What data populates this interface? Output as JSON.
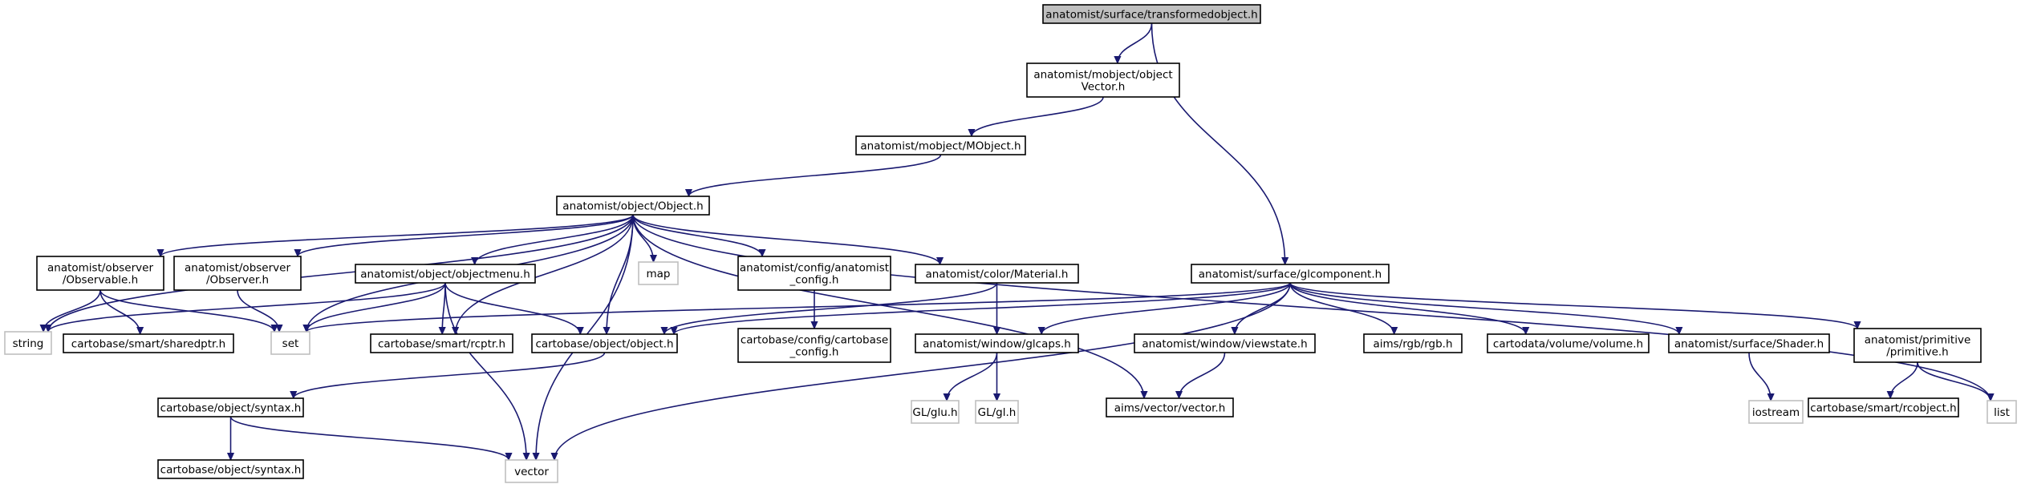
{
  "diagram": {
    "nodes": [
      {
        "id": "transformedobject",
        "lines": [
          "anatomist/surface/transformedobject.h"
        ],
        "kind": "root"
      },
      {
        "id": "objectvector",
        "lines": [
          "anatomist/mobject/object",
          "Vector.h"
        ],
        "kind": "normal"
      },
      {
        "id": "mobject",
        "lines": [
          "anatomist/mobject/MObject.h"
        ],
        "kind": "normal"
      },
      {
        "id": "object_h",
        "lines": [
          "anatomist/object/Object.h"
        ],
        "kind": "normal"
      },
      {
        "id": "observable",
        "lines": [
          "anatomist/observer",
          "/Observable.h"
        ],
        "kind": "normal"
      },
      {
        "id": "observer",
        "lines": [
          "anatomist/observer",
          "/Observer.h"
        ],
        "kind": "normal"
      },
      {
        "id": "objectmenu",
        "lines": [
          "anatomist/object/objectmenu.h"
        ],
        "kind": "normal"
      },
      {
        "id": "map",
        "lines": [
          "map"
        ],
        "kind": "ext"
      },
      {
        "id": "anatomist_config",
        "lines": [
          "anatomist/config/anatomist",
          "_config.h"
        ],
        "kind": "normal"
      },
      {
        "id": "material",
        "lines": [
          "anatomist/color/Material.h"
        ],
        "kind": "normal"
      },
      {
        "id": "glcomponent",
        "lines": [
          "anatomist/surface/glcomponent.h"
        ],
        "kind": "normal"
      },
      {
        "id": "string",
        "lines": [
          "string"
        ],
        "kind": "ext"
      },
      {
        "id": "sharedptr",
        "lines": [
          "cartobase/smart/sharedptr.h"
        ],
        "kind": "normal"
      },
      {
        "id": "set",
        "lines": [
          "set"
        ],
        "kind": "ext"
      },
      {
        "id": "rcptr",
        "lines": [
          "cartobase/smart/rcptr.h"
        ],
        "kind": "normal"
      },
      {
        "id": "cb_object",
        "lines": [
          "cartobase/object/object.h"
        ],
        "kind": "normal"
      },
      {
        "id": "cartobase_config",
        "lines": [
          "cartobase/config/cartobase",
          "_config.h"
        ],
        "kind": "normal"
      },
      {
        "id": "glcaps",
        "lines": [
          "anatomist/window/glcaps.h"
        ],
        "kind": "normal"
      },
      {
        "id": "viewstate",
        "lines": [
          "anatomist/window/viewstate.h"
        ],
        "kind": "normal"
      },
      {
        "id": "rgb",
        "lines": [
          "aims/rgb/rgb.h"
        ],
        "kind": "normal"
      },
      {
        "id": "volume",
        "lines": [
          "cartodata/volume/volume.h"
        ],
        "kind": "normal"
      },
      {
        "id": "shader",
        "lines": [
          "anatomist/surface/Shader.h"
        ],
        "kind": "normal"
      },
      {
        "id": "primitive",
        "lines": [
          "anatomist/primitive",
          "/primitive.h"
        ],
        "kind": "normal"
      },
      {
        "id": "syntax1",
        "lines": [
          "cartobase/object/syntax.h"
        ],
        "kind": "normal"
      },
      {
        "id": "glu",
        "lines": [
          "GL/glu.h"
        ],
        "kind": "ext"
      },
      {
        "id": "gl",
        "lines": [
          "GL/gl.h"
        ],
        "kind": "ext"
      },
      {
        "id": "aimsvector",
        "lines": [
          "aims/vector/vector.h"
        ],
        "kind": "normal"
      },
      {
        "id": "iostream",
        "lines": [
          "iostream"
        ],
        "kind": "ext"
      },
      {
        "id": "rcobject",
        "lines": [
          "cartobase/smart/rcobject.h"
        ],
        "kind": "normal"
      },
      {
        "id": "list",
        "lines": [
          "list"
        ],
        "kind": "ext"
      },
      {
        "id": "syntax2",
        "lines": [
          "cartobase/object/syntax.h"
        ],
        "kind": "normal"
      },
      {
        "id": "vector",
        "lines": [
          "vector"
        ],
        "kind": "ext"
      }
    ],
    "edges": [
      [
        "transformedobject",
        "objectvector"
      ],
      [
        "transformedobject",
        "glcomponent"
      ],
      [
        "objectvector",
        "mobject"
      ],
      [
        "mobject",
        "object_h"
      ],
      [
        "object_h",
        "string"
      ],
      [
        "object_h",
        "observable"
      ],
      [
        "object_h",
        "observer"
      ],
      [
        "object_h",
        "set"
      ],
      [
        "object_h",
        "objectmenu"
      ],
      [
        "object_h",
        "rcptr"
      ],
      [
        "object_h",
        "cb_object"
      ],
      [
        "object_h",
        "map"
      ],
      [
        "object_h",
        "vector"
      ],
      [
        "object_h",
        "anatomist_config"
      ],
      [
        "object_h",
        "material"
      ],
      [
        "object_h",
        "aimsvector"
      ],
      [
        "object_h",
        "list"
      ],
      [
        "observable",
        "string"
      ],
      [
        "observable",
        "sharedptr"
      ],
      [
        "observable",
        "set"
      ],
      [
        "observer",
        "set"
      ],
      [
        "objectmenu",
        "string"
      ],
      [
        "objectmenu",
        "set"
      ],
      [
        "objectmenu",
        "rcptr"
      ],
      [
        "objectmenu",
        "cb_object"
      ],
      [
        "objectmenu",
        "vector"
      ],
      [
        "anatomist_config",
        "cartobase_config"
      ],
      [
        "material",
        "cb_object"
      ],
      [
        "material",
        "glcaps"
      ],
      [
        "glcomponent",
        "set"
      ],
      [
        "glcomponent",
        "cb_object"
      ],
      [
        "glcomponent",
        "glcaps"
      ],
      [
        "glcomponent",
        "viewstate"
      ],
      [
        "glcomponent",
        "rgb"
      ],
      [
        "glcomponent",
        "volume"
      ],
      [
        "glcomponent",
        "shader"
      ],
      [
        "glcomponent",
        "primitive"
      ],
      [
        "glcomponent",
        "vector"
      ],
      [
        "cb_object",
        "syntax1"
      ],
      [
        "syntax1",
        "syntax2"
      ],
      [
        "syntax1",
        "vector"
      ],
      [
        "glcaps",
        "glu"
      ],
      [
        "glcaps",
        "gl"
      ],
      [
        "viewstate",
        "aimsvector"
      ],
      [
        "shader",
        "iostream"
      ],
      [
        "primitive",
        "rcobject"
      ],
      [
        "primitive",
        "list"
      ]
    ]
  }
}
